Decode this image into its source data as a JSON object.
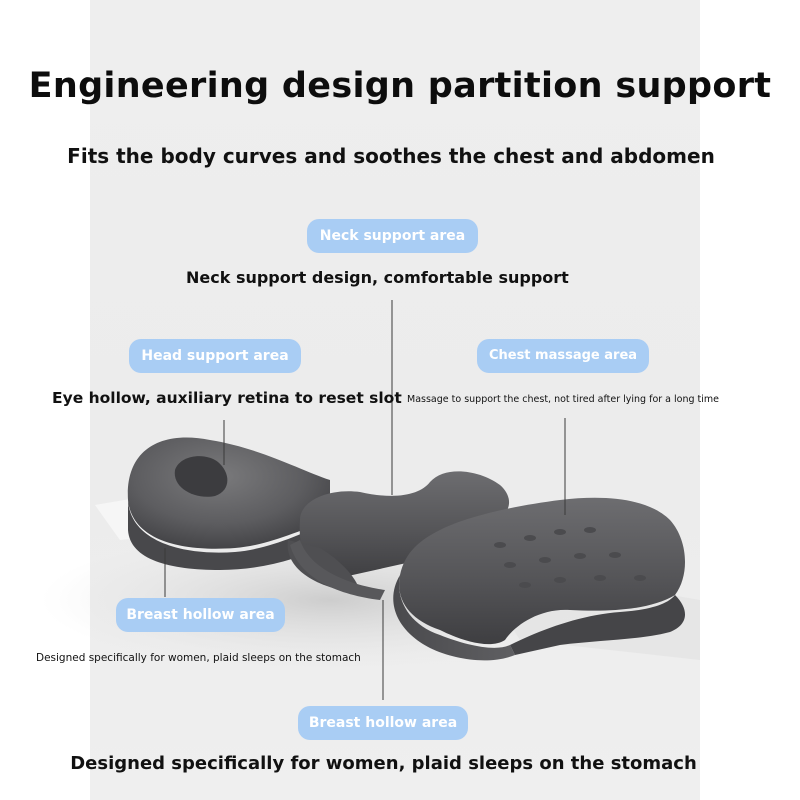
{
  "title": "Engineering design partition support",
  "subtitle": "Fits the body curves and soothes the chest and abdomen",
  "neck": {
    "label": "Neck support area",
    "description": "Neck support design, comfortable support"
  },
  "head": {
    "label": "Head support area",
    "description": "Eye hollow, auxiliary retina to reset slot"
  },
  "chest": {
    "label": "Chest massage area",
    "description": "Massage to support the chest, not tired after lying for a long time"
  },
  "breast_left": {
    "label": "Breast hollow area",
    "description": "Designed specifically for women, plaid sleeps on the stomach"
  },
  "breast_bottom": {
    "label": "Breast hollow area",
    "description": "Designed specifically for women, plaid sleeps on the stomach"
  },
  "colors": {
    "pill": "#a9cdf4",
    "pillow": "#5c5c5e",
    "background": "#eeeeee"
  }
}
